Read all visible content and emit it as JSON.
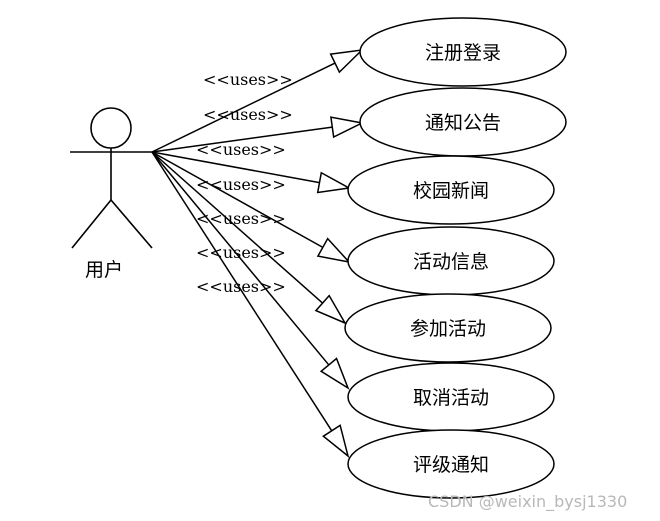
{
  "actor": {
    "label": "用户"
  },
  "stereotype": "<<uses>>",
  "use_cases": [
    {
      "label": "注册登录"
    },
    {
      "label": "通知公告"
    },
    {
      "label": "校园新闻"
    },
    {
      "label": "活动信息"
    },
    {
      "label": "参加活动"
    },
    {
      "label": "取消活动"
    },
    {
      "label": "评级通知"
    }
  ],
  "watermark": "CSDN @weixin_bysj1330"
}
